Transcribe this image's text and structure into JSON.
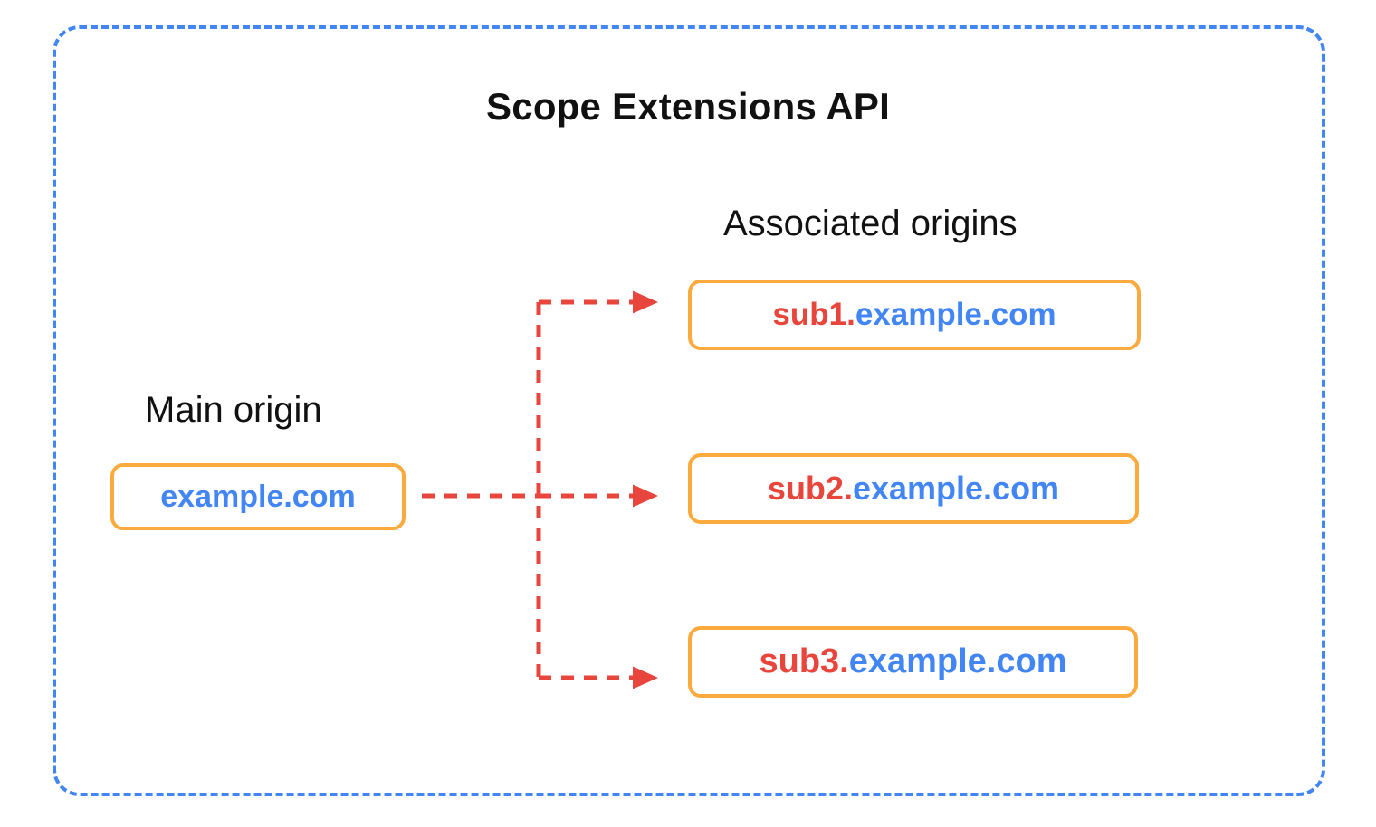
{
  "diagram": {
    "title": "Scope Extensions API",
    "frame": {
      "style": "dashed",
      "color": "#4285F4"
    },
    "labels": {
      "main_origin": "Main origin",
      "associated_origins": "Associated origins"
    },
    "main_origin": {
      "domain_blue": "example.com",
      "box_border_color": "#FBAA3E"
    },
    "associated_origins": [
      {
        "subdomain_red": "sub1.",
        "domain_blue": "example.com"
      },
      {
        "subdomain_red": "sub2.",
        "domain_blue": "example.com"
      },
      {
        "subdomain_red": "sub3.",
        "domain_blue": "example.com"
      }
    ],
    "connectors": {
      "style": "dashed",
      "color": "#E8453C",
      "arrowheads": 3
    },
    "colors": {
      "red": "#E8453C",
      "blue": "#4285F4",
      "orange": "#FBAA3E",
      "text": "#111111",
      "background": "#FFFFFF"
    }
  }
}
